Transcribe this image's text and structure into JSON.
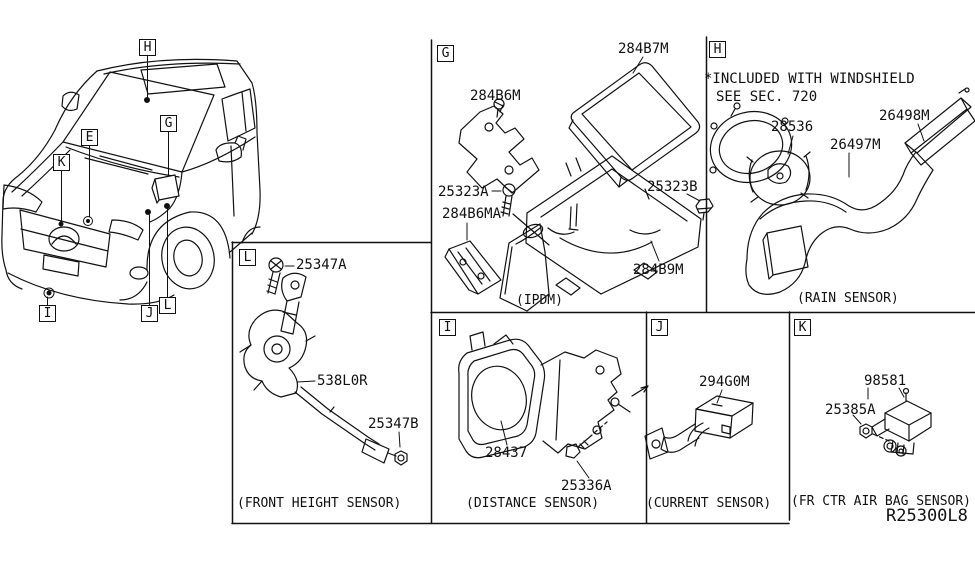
{
  "page": {
    "ref_code": "R25300L8",
    "background_color": "#ffffff",
    "line_color": "#111111"
  },
  "car_callouts": [
    {
      "letter": "H"
    },
    {
      "letter": "E"
    },
    {
      "letter": "G"
    },
    {
      "letter": "K"
    },
    {
      "letter": "I"
    },
    {
      "letter": "J"
    },
    {
      "letter": "L"
    }
  ],
  "panels": {
    "ipdm": {
      "letter": "G",
      "caption": "(IPDM)",
      "parts": {
        "cover_upper": "284B7M",
        "bracket": "284B6M",
        "screw_a": "25323A",
        "bracket_a": "284B6MA",
        "screw_b": "25323B",
        "housing_lower": "284B9M"
      }
    },
    "rain_sensor": {
      "letter": "H",
      "note_line1": "*INCLUDED WITH WINDSHIELD",
      "note_line2": "SEE SEC. 720",
      "caption": "(RAIN SENSOR)",
      "parts": {
        "sensor": "28536",
        "cover": "26497M",
        "cover_channel": "26498M"
      }
    },
    "front_height_sensor": {
      "letter": "L",
      "caption": "(FRONT HEIGHT SENSOR)",
      "parts": {
        "bolt": "25347A",
        "sensor": "538L0R",
        "nut": "25347B"
      }
    },
    "distance_sensor": {
      "letter": "I",
      "caption": "(DISTANCE SENSOR)",
      "parts": {
        "sensor": "28437",
        "bolt": "25336A"
      }
    },
    "current_sensor": {
      "letter": "J",
      "caption": "(CURRENT SENSOR)",
      "parts": {
        "sensor": "294G0M"
      }
    },
    "fr_ctr_air_bag_sensor": {
      "letter": "K",
      "caption": "(FR CTR AIR BAG SENSOR)",
      "parts": {
        "sensor": "98581",
        "nut": "25385A"
      }
    }
  }
}
